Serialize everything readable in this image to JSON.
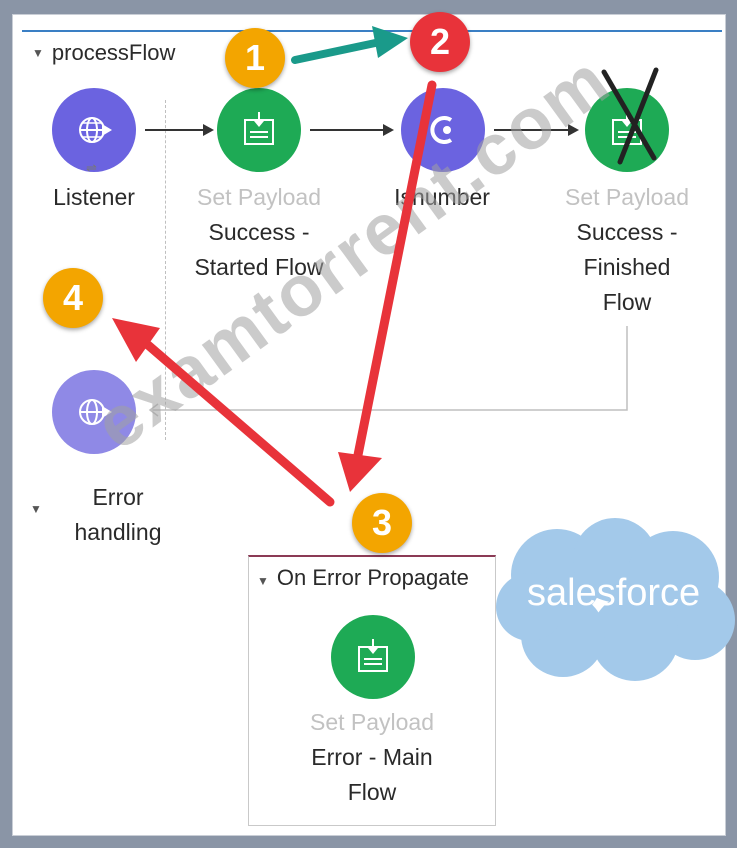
{
  "flow": {
    "title": "processFlow",
    "nodes": [
      {
        "id": "listener",
        "name": "Listener",
        "icon": "globe-icon"
      },
      {
        "id": "set-payload-1",
        "type": "Set Payload",
        "name": "Success - Started Flow",
        "name_line1": "Success -",
        "name_line2": "Started Flow",
        "icon": "set-payload-icon"
      },
      {
        "id": "isnumber",
        "name": "Isnumber",
        "icon": "choice-icon"
      },
      {
        "id": "set-payload-2",
        "type": "Set Payload",
        "name": "Success - Finished Flow",
        "name_line1": "Success -",
        "name_line2": "Finished",
        "name_line3": "Flow",
        "icon": "set-payload-icon"
      }
    ],
    "error_node": {
      "icon": "globe-icon"
    }
  },
  "error_handling": {
    "label_line1": "Error",
    "label_line2": "handling",
    "scope_title": "On Error Propagate",
    "node": {
      "type": "Set Payload",
      "name_line1": "Error - Main",
      "name_line2": "Flow",
      "icon": "set-payload-icon"
    }
  },
  "annotations": {
    "badge1": "1",
    "badge2": "2",
    "badge3": "3",
    "badge4": "4"
  },
  "logo": {
    "text": "salesforce"
  },
  "watermark": {
    "text": "examtorrent.com"
  },
  "colors": {
    "listener_purple": "#6b63e0",
    "set_payload_green": "#1eaa55",
    "badge_orange": "#f3a500",
    "badge_red": "#e8333a",
    "arrow_red": "#e8333a",
    "arrow_teal": "#1a9a8a",
    "salesforce_blue": "#a3c9ea"
  }
}
